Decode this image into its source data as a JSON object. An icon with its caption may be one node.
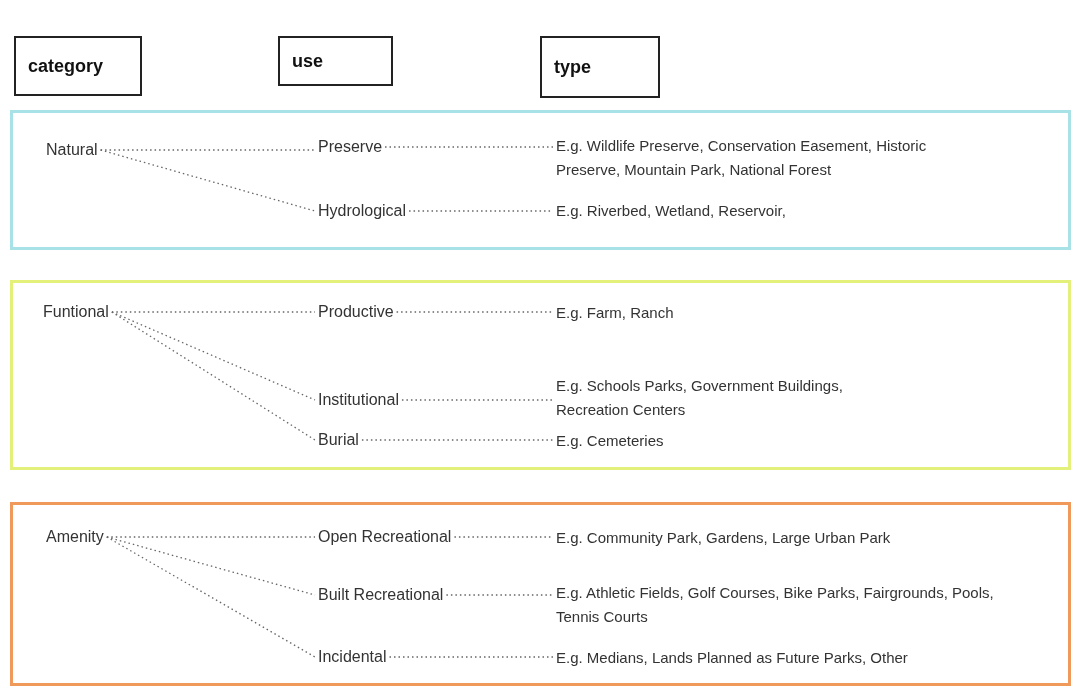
{
  "diagram": {
    "nodes": [
      {
        "text": [
          "category"
        ]
      },
      {
        "text": [
          "use"
        ]
      },
      {
        "text": [
          "type"
        ]
      },
      {
        "text": [],
        "shape": "box"
      },
      {
        "text": [
          "Natural"
        ],
        "in": 3
      },
      {
        "text": [
          "Preserve"
        ],
        "in": 3
      },
      {
        "text": [
          "Hydrological"
        ],
        "in": 3
      },
      {
        "text": [
          "E.g. Wildlife Preserve, Conservation Easement, Historic Preserve, Mountain Park, National Forest"
        ],
        "in": 3
      },
      {
        "text": [
          "E.g. Riverbed, Wetland, Reservoir,"
        ],
        "in": 3
      },
      {
        "text": [],
        "shape": "box"
      },
      {
        "text": [
          "Funtional"
        ],
        "in": 9
      },
      {
        "text": [
          "Productive"
        ],
        "in": 9
      },
      {
        "text": [
          "Institutional"
        ],
        "in": 9
      },
      {
        "text": [
          "Burial"
        ],
        "in": 9
      },
      {
        "text": [
          "E.g. Farm, Ranch"
        ],
        "in": 9
      },
      {
        "text": [
          "E.g. Schools Parks, Government Buildings, Recreation Centers"
        ],
        "in": 9
      },
      {
        "text": [
          "E.g. Cemeteries"
        ],
        "in": 9
      },
      {
        "text": [],
        "shape": "box"
      },
      {
        "text": [
          "Amenity"
        ],
        "in": 17
      },
      {
        "text": [
          "Open Recreational"
        ],
        "in": 17
      },
      {
        "text": [
          "Built Recreational"
        ],
        "in": 17
      },
      {
        "text": [
          "Incidental"
        ],
        "in": 17
      },
      {
        "text": [
          "E.g. Community Park, Gardens, Large Urban Park"
        ],
        "in": 17
      },
      {
        "text": [
          "E.g. Athletic Fields, Golf Courses, Bike Parks, Fairgrounds, Pools, Tennis Courts"
        ],
        "in": 17
      },
      {
        "text": [
          "E.g. Medians, Lands Planned as Future Parks,  Other"
        ],
        "in": 17
      }
    ],
    "edges": [
      {
        "from": 4,
        "to": 5,
        "arrow": "none",
        "style": "dashed"
      },
      {
        "from": 4,
        "to": 6,
        "arrow": "none",
        "style": "dashed"
      },
      {
        "from": 5,
        "to": 7,
        "arrow": "none",
        "style": "dashed"
      },
      {
        "from": 6,
        "to": 8,
        "arrow": "none",
        "style": "dashed"
      },
      {
        "from": 10,
        "to": 11,
        "arrow": "none",
        "style": "dashed"
      },
      {
        "from": 10,
        "to": 12,
        "arrow": "none",
        "style": "dashed"
      },
      {
        "from": 10,
        "to": 13,
        "arrow": "none",
        "style": "dashed"
      },
      {
        "from": 11,
        "to": 14,
        "arrow": "none",
        "style": "dashed"
      },
      {
        "from": 12,
        "to": 15,
        "arrow": "none",
        "style": "dashed"
      },
      {
        "from": 13,
        "to": 16,
        "arrow": "none",
        "style": "dashed"
      },
      {
        "from": 18,
        "to": 19,
        "arrow": "none",
        "style": "dashed"
      },
      {
        "from": 18,
        "to": 20,
        "arrow": "none",
        "style": "dashed"
      },
      {
        "from": 18,
        "to": 21,
        "arrow": "none",
        "style": "dashed"
      },
      {
        "from": 19,
        "to": 22,
        "arrow": "none",
        "style": "dashed"
      },
      {
        "from": 20,
        "to": 23,
        "arrow": "none",
        "style": "dashed"
      },
      {
        "from": 21,
        "to": 24,
        "arrow": "none",
        "style": "dashed"
      }
    ]
  }
}
